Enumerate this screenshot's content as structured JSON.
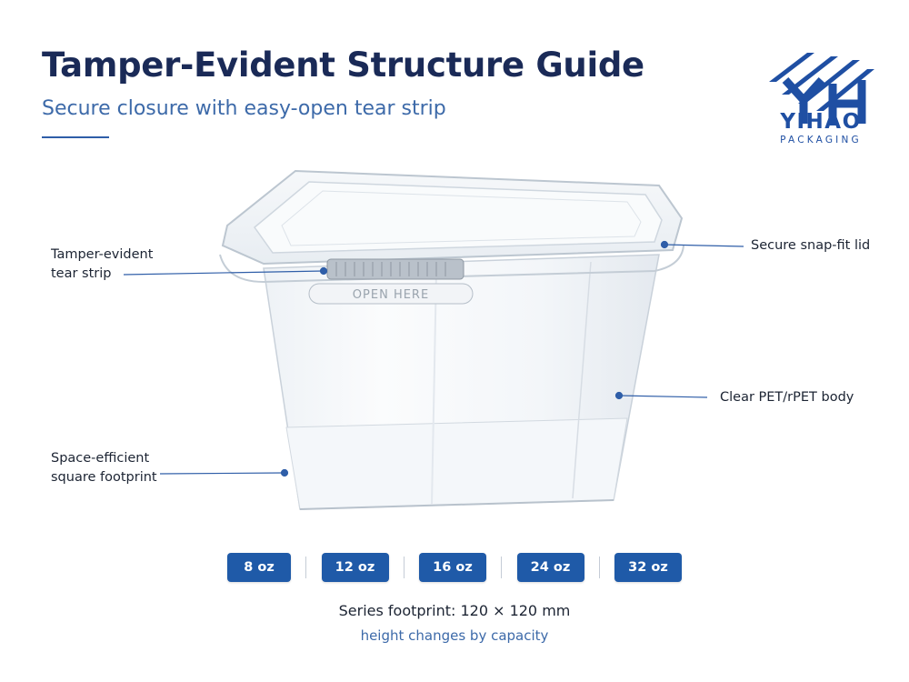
{
  "header": {
    "title": "Tamper-Evident Structure Guide",
    "subtitle": "Secure closure with easy-open tear strip"
  },
  "logo": {
    "word": "YIHAO",
    "sub": "PACKAGING",
    "color": "#1f4fa3"
  },
  "product": {
    "strip_text": "OPEN HERE"
  },
  "callouts": {
    "tear_strip": {
      "line1": "Tamper-evident",
      "line2": "tear strip"
    },
    "lid": "Secure snap-fit lid",
    "body": "Clear PET/rPET body",
    "footprint": {
      "line1": "Space-efficient",
      "line2": "square footprint"
    }
  },
  "sizes": [
    "8 oz",
    "12 oz",
    "16 oz",
    "24 oz",
    "32 oz"
  ],
  "footer": {
    "footprint": "Series footprint:  120 × 120 mm",
    "height_note": "height changes by capacity"
  },
  "colors": {
    "title": "#1a2a57",
    "accent": "#1f5aa8",
    "subtitle": "#3d6aa9"
  }
}
